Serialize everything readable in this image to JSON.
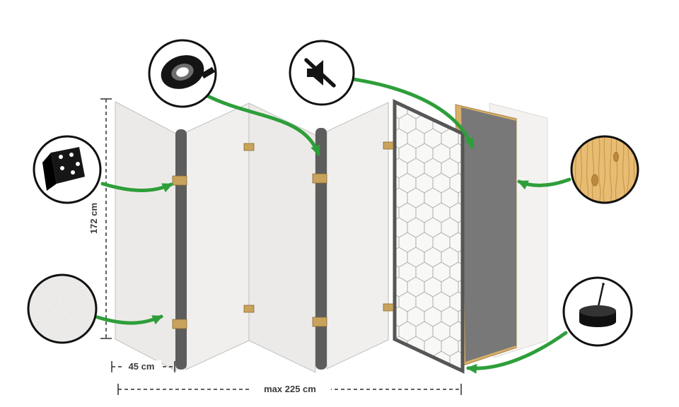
{
  "diagram": {
    "type": "room-divider-construction-diagram",
    "panel_count_visible": 5
  },
  "labels": {
    "height": "172 cm",
    "panel_width": "45 cm",
    "max_width": "max 225 cm"
  },
  "features": {
    "hinge": {
      "icon": "hinge-icon"
    },
    "tape": {
      "icon": "adhesive-tape-icon"
    },
    "mute": {
      "icon": "sound-mute-icon"
    },
    "texture": {
      "icon": "nonwoven-texture-icon"
    },
    "wood": {
      "icon": "pine-wood-texture-icon"
    },
    "felt_pad": {
      "icon": "felt-pad-foot-icon"
    }
  },
  "colors": {
    "arrow_green": "#2e9e3a",
    "panel_face_light": "#f0efed",
    "panel_face_shaded": "#eceae8",
    "panel_edge_dark": "#5d5d5d",
    "hinge_wood": "#c9a35b",
    "frame_wood": "#d8b06a",
    "core_gray": "#787878",
    "pattern_line": "#ababab",
    "dimension_line": "#2f2f2f"
  }
}
